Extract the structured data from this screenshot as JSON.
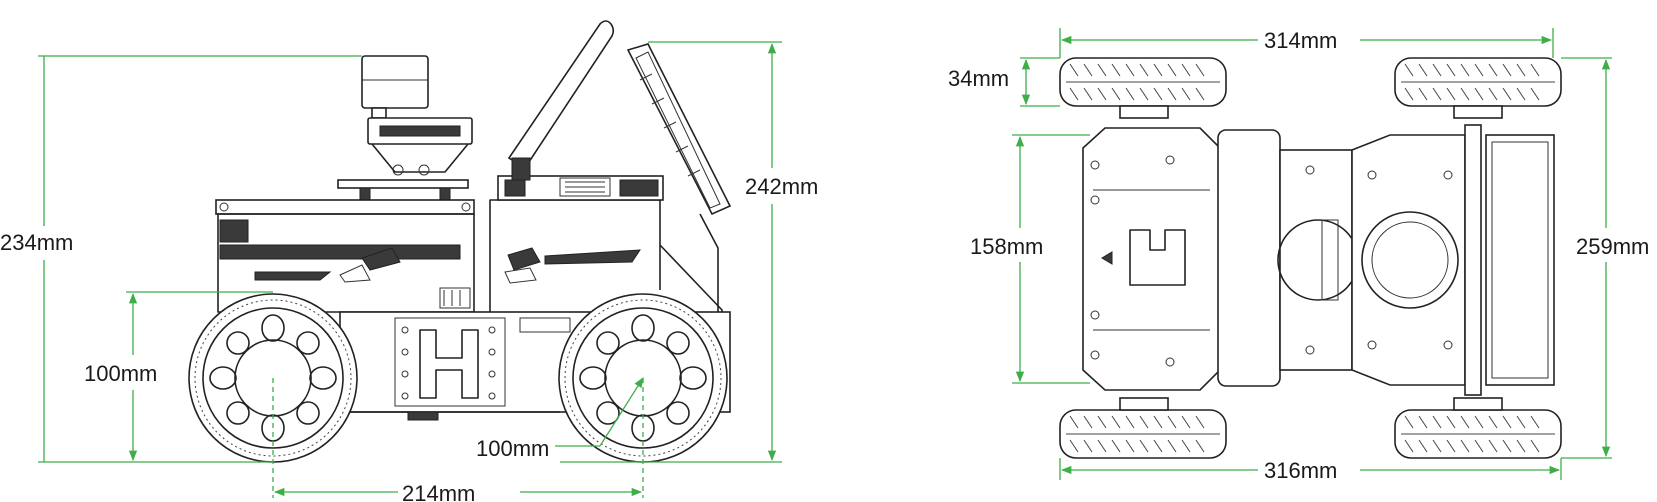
{
  "colors": {
    "dimension_line": "#3fae49",
    "outline": "#222222",
    "text": "#1a1a1a",
    "background": "#ffffff"
  },
  "side_view": {
    "dim_height_total": "234mm",
    "dim_height_with_screen": "242mm",
    "dim_wheel_axle_height": "100mm",
    "dim_wheel_diameter": "100mm",
    "dim_wheelbase": "214mm"
  },
  "top_view": {
    "dim_front_track": "314mm",
    "dim_rear_track": "316mm",
    "dim_wheel_width": "34mm",
    "dim_body_width": "158mm",
    "dim_overall_width": "259mm"
  }
}
